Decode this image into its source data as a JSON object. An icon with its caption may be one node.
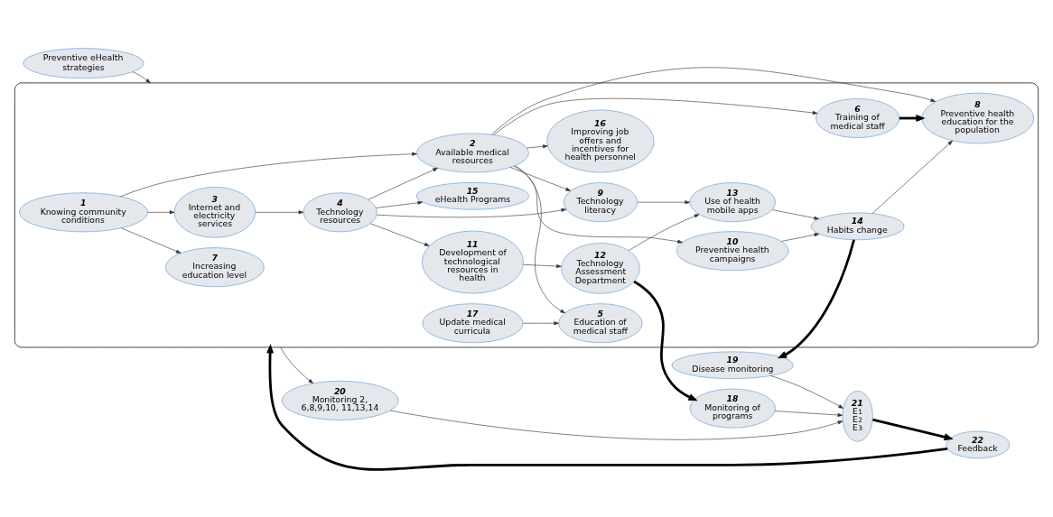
{
  "diagram": {
    "nodes": [
      {
        "text": [
          "Preventive eHealth strategies"
        ]
      },
      {
        "text": [
          "22",
          "Feedback"
        ]
      },
      {
        "text": [
          "21",
          "E$_{1}$ E$_{2}$ E$_{3}$"
        ]
      },
      {
        "text": [],
        "shape": "ellipse"
      },
      {
        "text": [
          "3",
          "Internet and electricity services"
        ],
        "in": 3
      },
      {
        "text": [
          "11",
          "Development of technological resources in health"
        ],
        "in": 3
      },
      {
        "text": [
          "12",
          "Technology Assessment Department"
        ],
        "in": 3
      },
      {
        "text": [
          "7",
          "Increasing education level"
        ],
        "in": 3
      },
      {
        "text": [
          "1",
          "Knowing community conditions"
        ],
        "in": 3
      },
      {
        "text": [
          "4",
          "Technology resources"
        ],
        "in": 3
      },
      {
        "text": [
          "15",
          "eHealth Programs"
        ],
        "in": 3
      },
      {
        "text": [
          "17",
          "Update medical curricula"
        ],
        "in": 3
      },
      {
        "text": [
          "5",
          "Education of medical staff"
        ],
        "in": 3
      },
      {
        "text": [
          "2",
          "Available medical resources"
        ],
        "in": 3
      },
      {
        "text": [
          "9",
          "Technology literacy"
        ],
        "in": 3
      },
      {
        "text": [
          "13",
          "Use of health mobile apps"
        ],
        "in": 3
      },
      {
        "text": [
          "16",
          "Improving job offers and incentives for health personnel"
        ],
        "in": 3
      },
      {
        "text": [
          "10",
          "Preventive health campaigns"
        ],
        "in": 3
      },
      {
        "text": [
          "14",
          "Habits change"
        ],
        "in": 3
      },
      {
        "text": [
          "6",
          "Training of medical staff"
        ],
        "in": 3
      },
      {
        "text": [
          "8",
          "Preventive health education for the population"
        ],
        "in": 3
      },
      {
        "text": [
          "18",
          "Monitoring of programs"
        ]
      },
      {
        "text": [
          "20",
          "Monitoring 2, 6,8,9,10, 11,13,14"
        ]
      },
      {
        "text": [
          "19",
          "Disease monitoring"
        ]
      }
    ],
    "edges": [
      {
        "from": 0,
        "to": 3,
        "arrow": "to"
      },
      {
        "from": 8,
        "to": 7,
        "arrow": "to"
      },
      {
        "from": 8,
        "to": 4,
        "arrow": "to"
      },
      {
        "from": 4,
        "to": 9,
        "arrow": "to"
      },
      {
        "from": 8,
        "to": 13,
        "arrow": "to"
      },
      {
        "from": 9,
        "to": 5,
        "arrow": "to"
      },
      {
        "from": 9,
        "to": 10,
        "arrow": "to"
      },
      {
        "from": 9,
        "to": 14,
        "arrow": "to"
      },
      {
        "from": 9,
        "to": 13,
        "arrow": "to"
      },
      {
        "from": 5,
        "to": 6,
        "arrow": "to"
      },
      {
        "from": 6,
        "to": 15,
        "arrow": "to"
      },
      {
        "from": 6,
        "to": 21,
        "arrow": "to",
        "style": "thick"
      },
      {
        "from": 11,
        "to": 12,
        "arrow": "to"
      },
      {
        "from": 13,
        "to": 12,
        "arrow": "to"
      },
      {
        "from": 13,
        "to": 16,
        "arrow": "to"
      },
      {
        "from": 13,
        "to": 19,
        "arrow": "to"
      },
      {
        "from": 13,
        "to": 20,
        "arrow": "to"
      },
      {
        "from": 13,
        "to": 14,
        "arrow": "to"
      },
      {
        "from": 13,
        "to": 17,
        "arrow": "to"
      },
      {
        "from": 14,
        "to": 15,
        "arrow": "to"
      },
      {
        "from": 15,
        "to": 18,
        "arrow": "to"
      },
      {
        "from": 17,
        "to": 18,
        "arrow": "to"
      },
      {
        "from": 18,
        "to": 20,
        "arrow": "to"
      },
      {
        "from": 19,
        "to": 20,
        "arrow": "to",
        "style": "thick"
      },
      {
        "from": 18,
        "to": 23,
        "arrow": "to",
        "style": "thick"
      },
      {
        "from": 3,
        "to": 22,
        "arrow": "to"
      },
      {
        "from": 21,
        "to": 2,
        "arrow": "to"
      },
      {
        "from": 22,
        "to": 2,
        "arrow": "to"
      },
      {
        "from": 23,
        "to": 2,
        "arrow": "to"
      },
      {
        "from": 2,
        "to": 1,
        "arrow": "to",
        "style": "thick"
      },
      {
        "from": 1,
        "to": 3,
        "arrow": "to",
        "style": "thick"
      }
    ]
  }
}
